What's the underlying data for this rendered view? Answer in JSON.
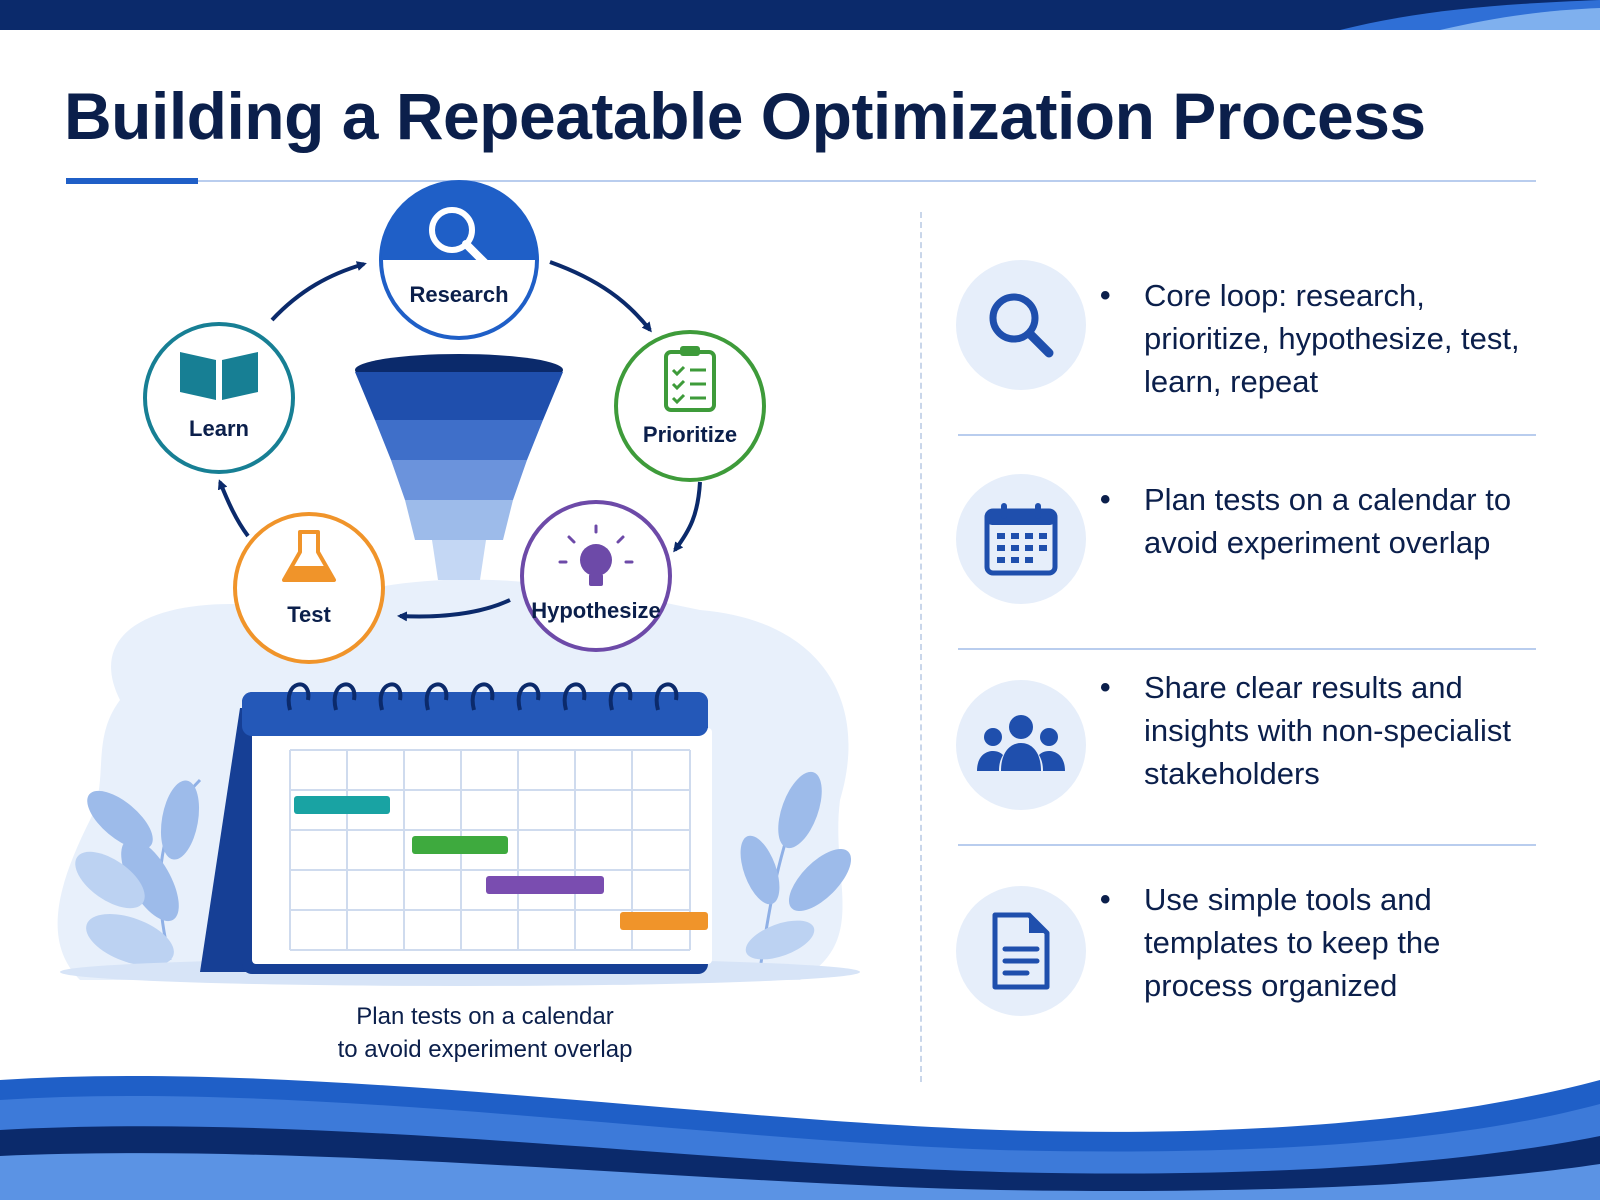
{
  "title": "Building a Repeatable Optimization Process",
  "colors": {
    "navy": "#0b1f4b",
    "brand_blue": "#1f5fc7",
    "research": "#1f5fc7",
    "prioritize": "#3e9b3a",
    "hypothesize": "#6d4aa8",
    "test": "#f0942a",
    "learn": "#177f94"
  },
  "cycle": {
    "nodes": [
      {
        "label": "Research",
        "icon": "magnifier-icon"
      },
      {
        "label": "Prioritize",
        "icon": "clipboard-checklist-icon"
      },
      {
        "label": "Hypothesize",
        "icon": "lightbulb-icon"
      },
      {
        "label": "Test",
        "icon": "flask-icon"
      },
      {
        "label": "Learn",
        "icon": "open-book-icon"
      }
    ],
    "center_icon": "funnel-icon",
    "calendar_icon": "calendar-icon"
  },
  "calendar_caption": {
    "line1": "Plan tests on a calendar",
    "line2": "to avoid experiment overlap"
  },
  "points": [
    {
      "bullet": "•",
      "text": "Core loop: research, prioritize, hypothesize, test, learn, repeat",
      "icon": "search-icon"
    },
    {
      "bullet": "•",
      "text": "Plan tests on a calendar to avoid experiment overlap",
      "icon": "calendar-icon"
    },
    {
      "bullet": "•",
      "text": "Share clear results and insights with non-specialist stakeholders",
      "icon": "people-icon"
    },
    {
      "bullet": "•",
      "text": "Use simple tools and templates to keep the process organized",
      "icon": "document-icon"
    }
  ]
}
